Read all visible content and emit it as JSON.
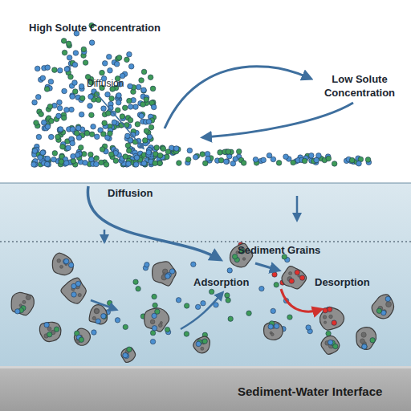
{
  "diagram": {
    "nodes": [
      {
        "text": [
          "Sediment-Water Interface"
        ]
      }
    ],
    "labels": [
      "High Solute Concentration",
      "Diffusion",
      "Low Solute Concentration",
      "Diffusion",
      "Sediment Grains",
      "Adsorption",
      "Desorption"
    ]
  }
}
